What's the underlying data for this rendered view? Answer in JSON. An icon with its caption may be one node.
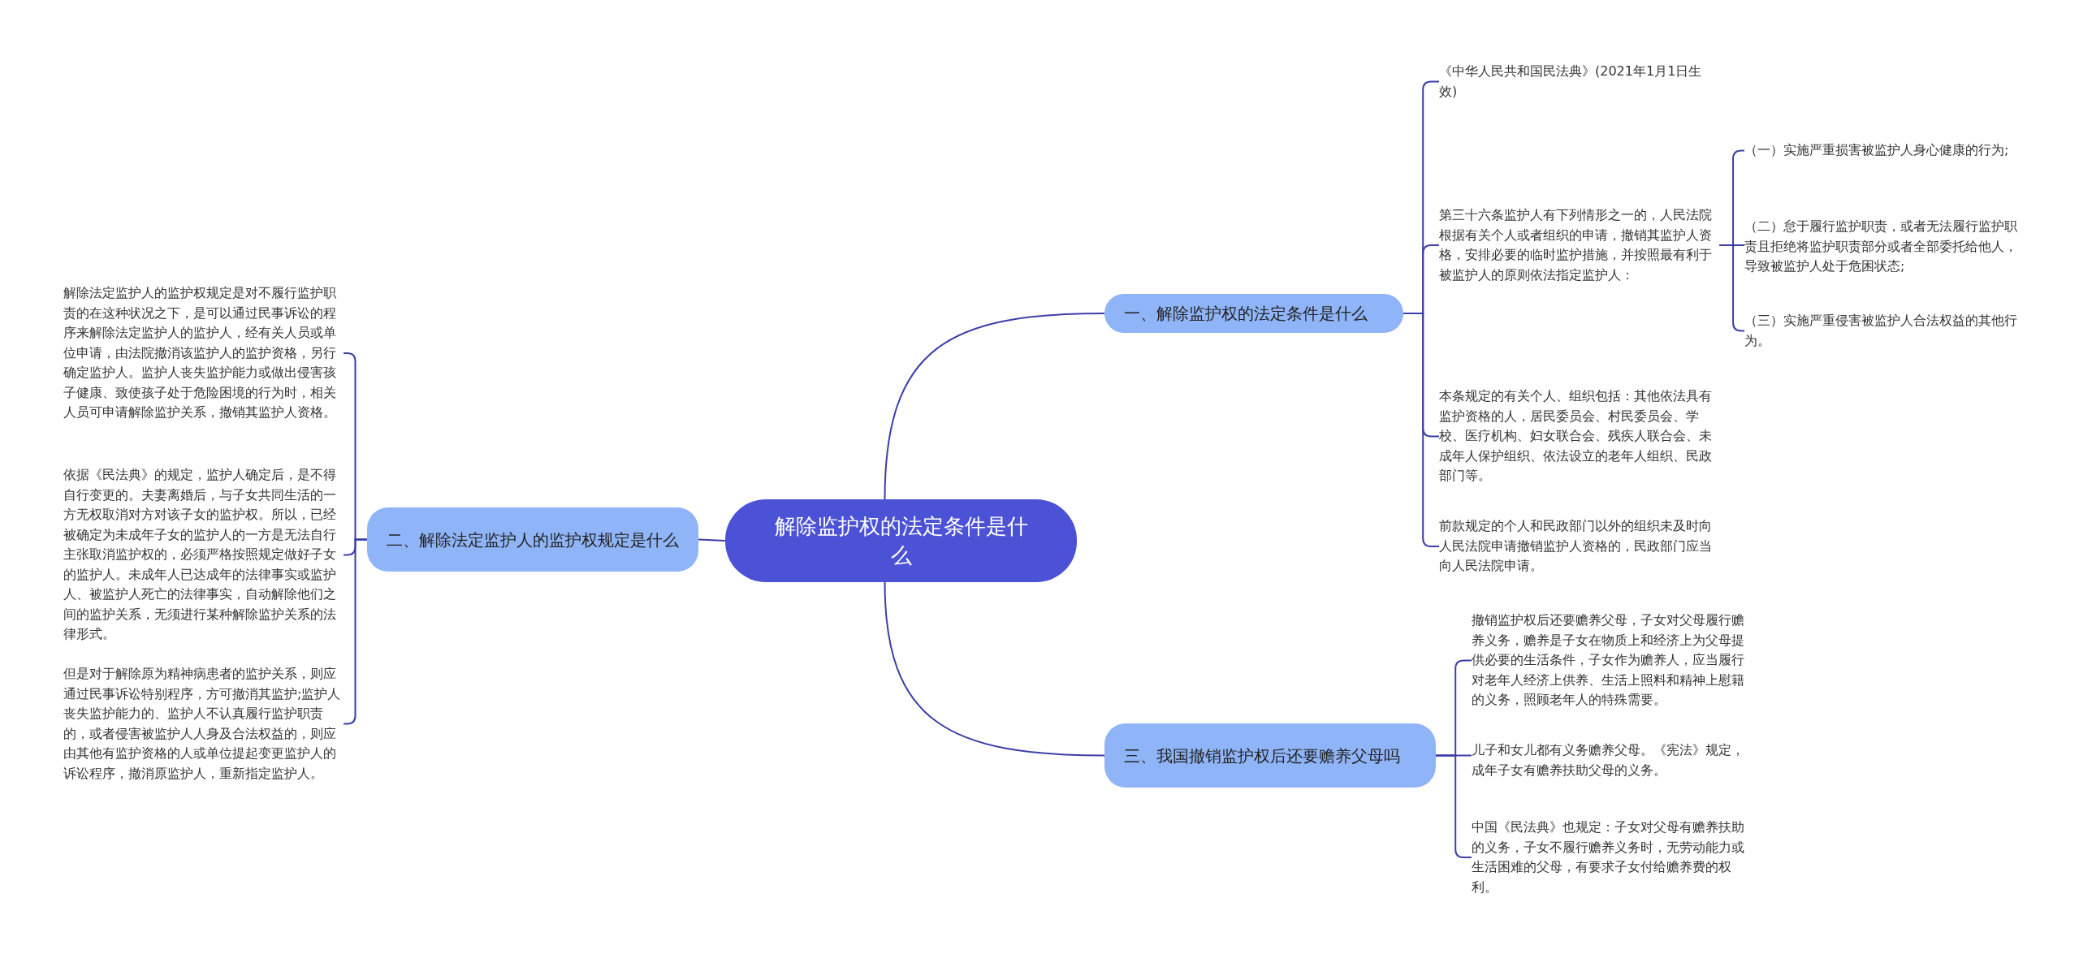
{
  "diagram": {
    "nodes": [
      {
        "text": [
          "解除监护权的法定条件是什么"
        ]
      },
      {
        "text": [
          "一、解除监护权的法定条件是什么"
        ]
      },
      {
        "text": [
          "二、解除法定监护人的监护权规定是什么"
        ]
      },
      {
        "text": [
          "三、我国撤销监护权后还要赡养父母吗"
        ]
      },
      {
        "text": [
          "《中华人民共和国民法典》(2021年1月1日生效)"
        ]
      },
      {
        "text": [
          "第三十六条监护人有下列情形之一的，人民法院根据有关个人或者组织的申请，撤销其监护人资格，安排必要的临时监护措施，并按照最有利于被监护人的原则依法指定监护人："
        ]
      },
      {
        "text": [
          "本条规定的有关个人、组织包括：其他依法具有监护资格的人，居民委员会、村民委员会、学校、医疗机构、妇女联合会、残疾人联合会、未成年人保护组织、依法设立的老年人组织、民政部门等。"
        ]
      },
      {
        "text": [
          "前款规定的个人和民政部门以外的组织未及时向人民法院申请撤销监护人资格的，民政部门应当向人民法院申请。"
        ]
      },
      {
        "text": [
          "（一）实施严重损害被监护人身心健康的行为;"
        ]
      },
      {
        "text": [
          "（二）怠于履行监护职责，或者无法履行监护职责且拒绝将监护职责部分或者全部委托给他人，导致被监护人处于危困状态;"
        ]
      },
      {
        "text": [
          "（三）实施严重侵害被监护人合法权益的其他行为。"
        ]
      },
      {
        "text": [
          "解除法定监护人的监护权规定是对不履行监护职责的在这种状况之下，是可以通过民事诉讼的程序来解除法定监护人的监护人，经有关人员或单位申请，由法院撤消该监护人的监护资格，另行确定监护人。监护人丧失监护能力或做出侵害孩子健康、致使孩子处于危险困境的行为时，相关人员可申请解除监护关系，撤销其监护人资格。"
        ]
      },
      {
        "text": [
          "依据《民法典》的规定，监护人确定后，是不得自行变更的。夫妻离婚后，与子女共同生活的一方无权取消对方对该子女的监护权。所以，已经被确定为未成年子女的监护人的一方是无法自行主张取消监护权的，必须严格按照规定做好子女的监护人。未成年人已达成年的法律事实或监护人、被监护人死亡的法律事实，自动解除他们之间的监护关系，无须进行某种解除监护关系的法律形式。"
        ]
      },
      {
        "text": [
          "但是对于解除原为精神病患者的监护关系，则应通过民事诉讼特别程序，方可撤消其监护;监护人丧失监护能力的、监护人不认真履行监护职责的，或者侵害被监护人人身及合法权益的，则应由其他有监护资格的人或单位提起变更监护人的诉讼程序，撤消原监护人，重新指定监护人。"
        ]
      },
      {
        "text": [
          "撤销监护权后还要赡养父母，子女对父母履行赡养义务，赡养是子女在物质上和经济上为父母提供必要的生活条件，子女作为赡养人，应当履行对老年人经济上供养、生活上照料和精神上慰籍的义务，照顾老年人的特殊需要。"
        ]
      },
      {
        "text": [
          "儿子和女儿都有义务赡养父母。《宪法》规定，成年子女有赡养扶助父母的义务。"
        ]
      },
      {
        "text": [
          "中国《民法典》也规定：子女对父母有赡养扶助的义务，子女不履行赡养义务时，无劳动能力或生活困难的父母，有要求子女付给赡养费的权利。"
        ]
      }
    ],
    "edges": [
      {
        "from": 0,
        "to": 1,
        "arrow": "none"
      },
      {
        "from": 0,
        "to": 2,
        "arrow": "none"
      },
      {
        "from": 0,
        "to": 3,
        "arrow": "none"
      },
      {
        "from": 1,
        "to": 4,
        "arrow": "none"
      },
      {
        "from": 1,
        "to": 5,
        "arrow": "none"
      },
      {
        "from": 1,
        "to": 6,
        "arrow": "none"
      },
      {
        "from": 1,
        "to": 7,
        "arrow": "none"
      },
      {
        "from": 5,
        "to": 8,
        "arrow": "none"
      },
      {
        "from": 5,
        "to": 9,
        "arrow": "none"
      },
      {
        "from": 5,
        "to": 10,
        "arrow": "none"
      },
      {
        "from": 2,
        "to": 11,
        "arrow": "none"
      },
      {
        "from": 2,
        "to": 12,
        "arrow": "none"
      },
      {
        "from": 2,
        "to": 13,
        "arrow": "none"
      },
      {
        "from": 3,
        "to": 14,
        "arrow": "none"
      },
      {
        "from": 3,
        "to": 15,
        "arrow": "none"
      },
      {
        "from": 3,
        "to": 16,
        "arrow": "none"
      }
    ]
  }
}
